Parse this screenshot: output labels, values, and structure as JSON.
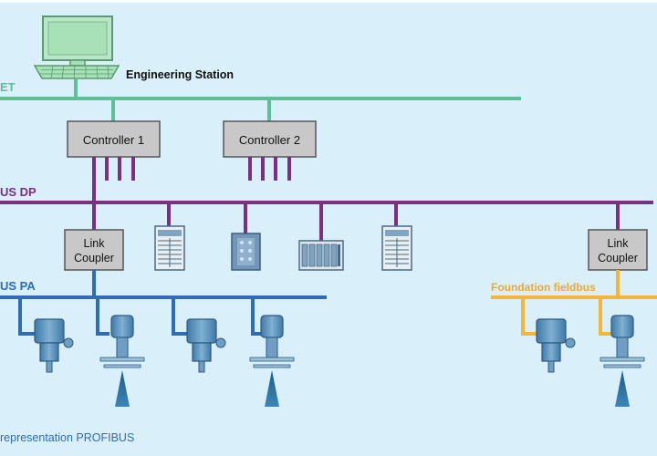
{
  "networks": {
    "ethernet_label": "ET",
    "profibus_dp_label": "US DP",
    "profibus_pa_label": "US PA",
    "foundation_fieldbus_label": "Foundation fieldbus"
  },
  "engineering_station": {
    "label": "Engineering Station"
  },
  "controllers": [
    {
      "label": "Controller 1"
    },
    {
      "label": "Controller 2"
    }
  ],
  "link_couplers": [
    {
      "label_line1": "Link",
      "label_line2": "Coupler"
    },
    {
      "label_line1": "Link",
      "label_line2": "Coupler"
    }
  ],
  "caption": "representation PROFIBUS",
  "colors": {
    "background": "#d9eff9",
    "ethernet": "#5dbf97",
    "profibus_dp": "#7b2f83",
    "profibus_pa": "#2c6db3",
    "foundation_fieldbus": "#f4b638",
    "foundation_label": "#f0a830",
    "box_fill": "#c8c8c8",
    "box_stroke": "#555555",
    "device_blue": "#4a7fa8",
    "station_green": "#a8e0b8"
  }
}
